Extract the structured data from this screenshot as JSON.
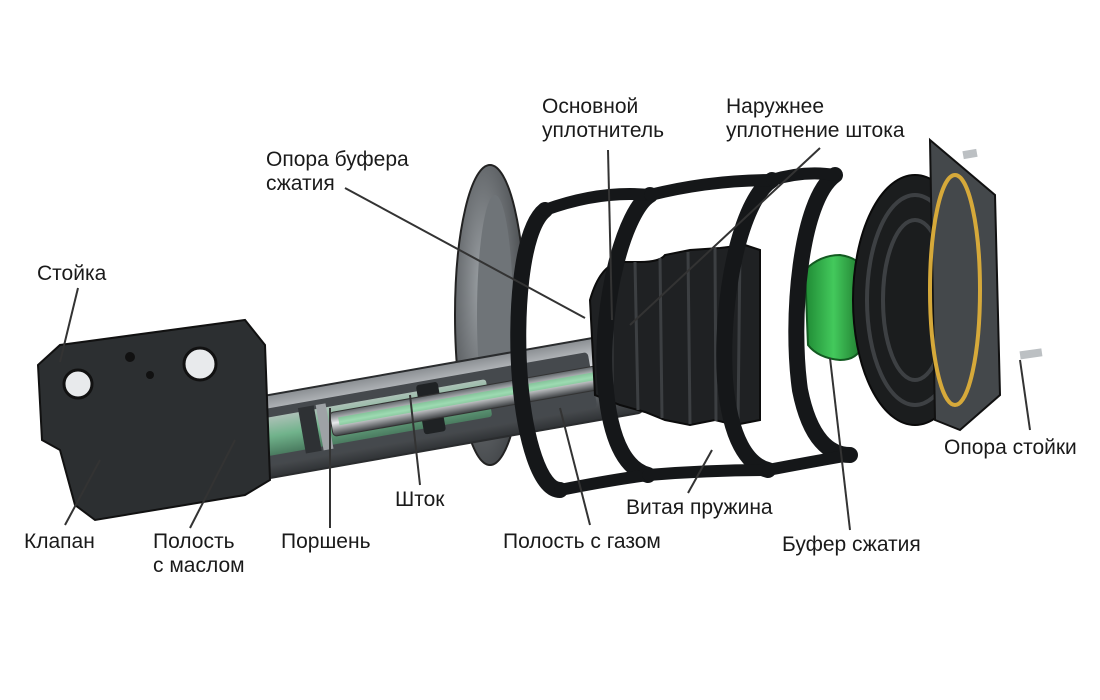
{
  "labels": {
    "strut": "Стойка",
    "valve": "Клапан",
    "oil_chamber": [
      "Полость",
      "с маслом"
    ],
    "piston": "Поршень",
    "rod": "Шток",
    "gas_chamber": "Полость с газом",
    "coil_spring": "Витая пружина",
    "bump_stop": "Буфер сжатия",
    "strut_mount": "Опора стойки",
    "bump_stop_seat": [
      "Опора буфера",
      "сжатия"
    ],
    "main_seal": [
      "Основной",
      "уплотнитель"
    ],
    "outer_rod_seal": [
      "Наружнее",
      "уплотнение штока"
    ]
  },
  "colors": {
    "text": "#1a1a1a",
    "leader_line": "#333333",
    "metal": "#3a3d40",
    "rubber": "#1b1d1e",
    "bump_stop": "#33b24a",
    "oil": "#7fd6a0",
    "mount_ring": "#d6a93a"
  }
}
